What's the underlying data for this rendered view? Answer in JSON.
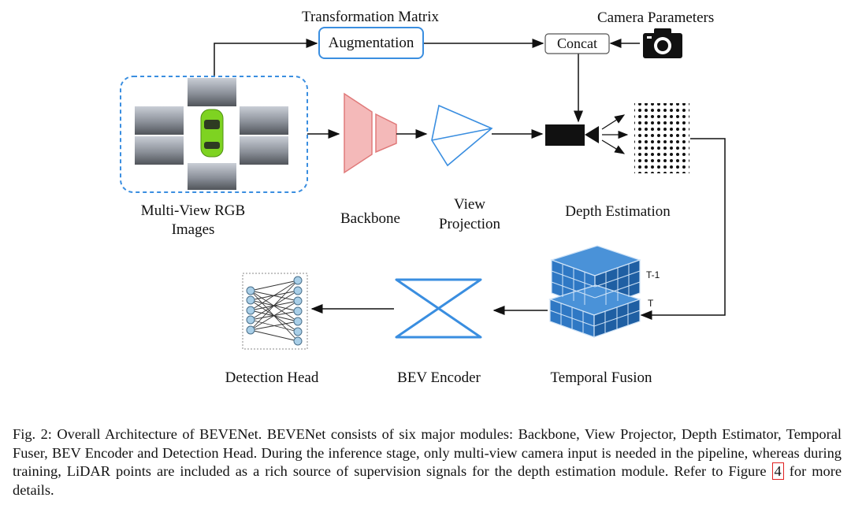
{
  "labels": {
    "transformation_matrix": "Transformation Matrix",
    "augmentation": "Augmentation",
    "camera_parameters": "Camera Parameters",
    "concat": "Concat",
    "multiview_line1": "Multi-View RGB",
    "multiview_line2": "Images",
    "backbone": "Backbone",
    "view_line1": "View",
    "view_line2": "Projection",
    "depth_estimation": "Depth Estimation",
    "t_minus_1": "T-1",
    "t": "T",
    "temporal_fusion": "Temporal Fusion",
    "bev_encoder": "BEV Encoder",
    "detection_head": "Detection Head"
  },
  "caption": {
    "prefix": "Fig. 2: Overall Architecture of BEVENet. BEVENet consists of six major modules: Backbone, View Projector, Depth Estimator, Temporal Fuser, BEV Encoder and Detection Head. During the inference stage, only multi-view camera input is needed in the pipeline, whereas during training, LiDAR points are included as a rich source of supervision signals for the depth estimation module. Refer to Figure ",
    "figure_ref": "4",
    "suffix": " for more details."
  },
  "colors": {
    "accent_blue": "#3a8ee0",
    "backbone_pink": "#f4b9b9",
    "backbone_stroke": "#e07a7a",
    "cube_blue": "#2f78c4",
    "car_green": "#7ed321"
  }
}
